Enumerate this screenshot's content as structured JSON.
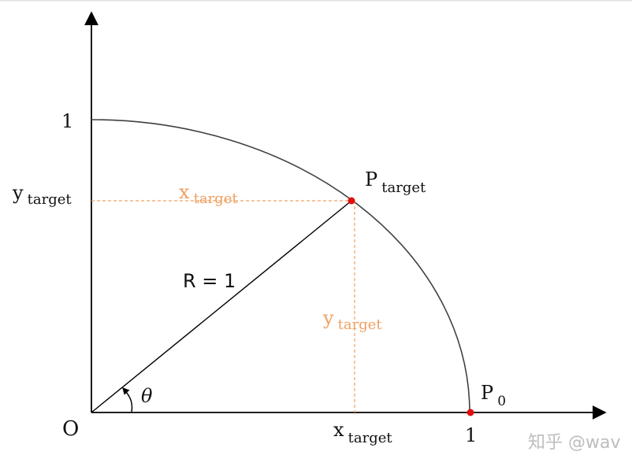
{
  "colors": {
    "axis": "#000000",
    "arc": "#404040",
    "guide": "#f0a060",
    "point": "#e01010",
    "text": "#111111",
    "watermark": "#bdbdbd"
  },
  "labels": {
    "origin": "O",
    "x_one": "1",
    "y_one": "1",
    "radius": "R = 1",
    "angle": "θ",
    "p0_main": "P",
    "p0_sub": "0",
    "ptarget_main": "P",
    "ptarget_sub": "target",
    "y_axis_main": "y",
    "y_axis_sub": "target",
    "x_axis_main": "x",
    "x_axis_sub": "target",
    "top_guide_main": "x",
    "top_guide_sub": "target",
    "vertical_guide_main": "y",
    "vertical_guide_sub": "target"
  },
  "watermark": {
    "text": "知乎 @wav"
  },
  "icons": {
    "angle_arrow": "curved-arrow-icon",
    "point_marker": "dot-icon"
  }
}
